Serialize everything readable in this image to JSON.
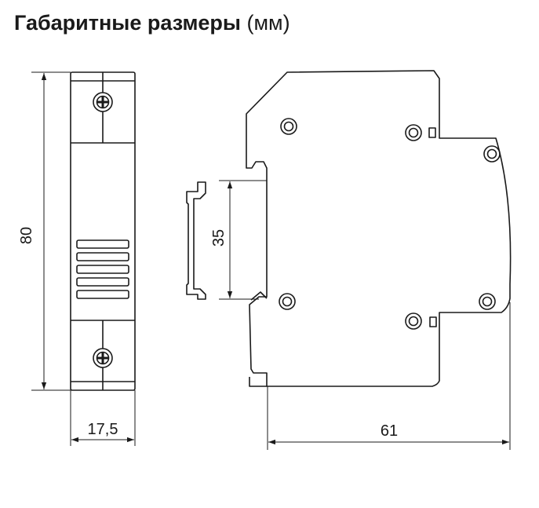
{
  "title": {
    "bold": "Габаритные размеры",
    "unit": " (мм)"
  },
  "dimensions": {
    "height": "80",
    "front_width": "17,5",
    "rail": "35",
    "depth": "61"
  },
  "colors": {
    "line": "#1a1a1a",
    "background": "#ffffff"
  },
  "icons": [
    "terminal-screw-icon",
    "vent-slot"
  ]
}
